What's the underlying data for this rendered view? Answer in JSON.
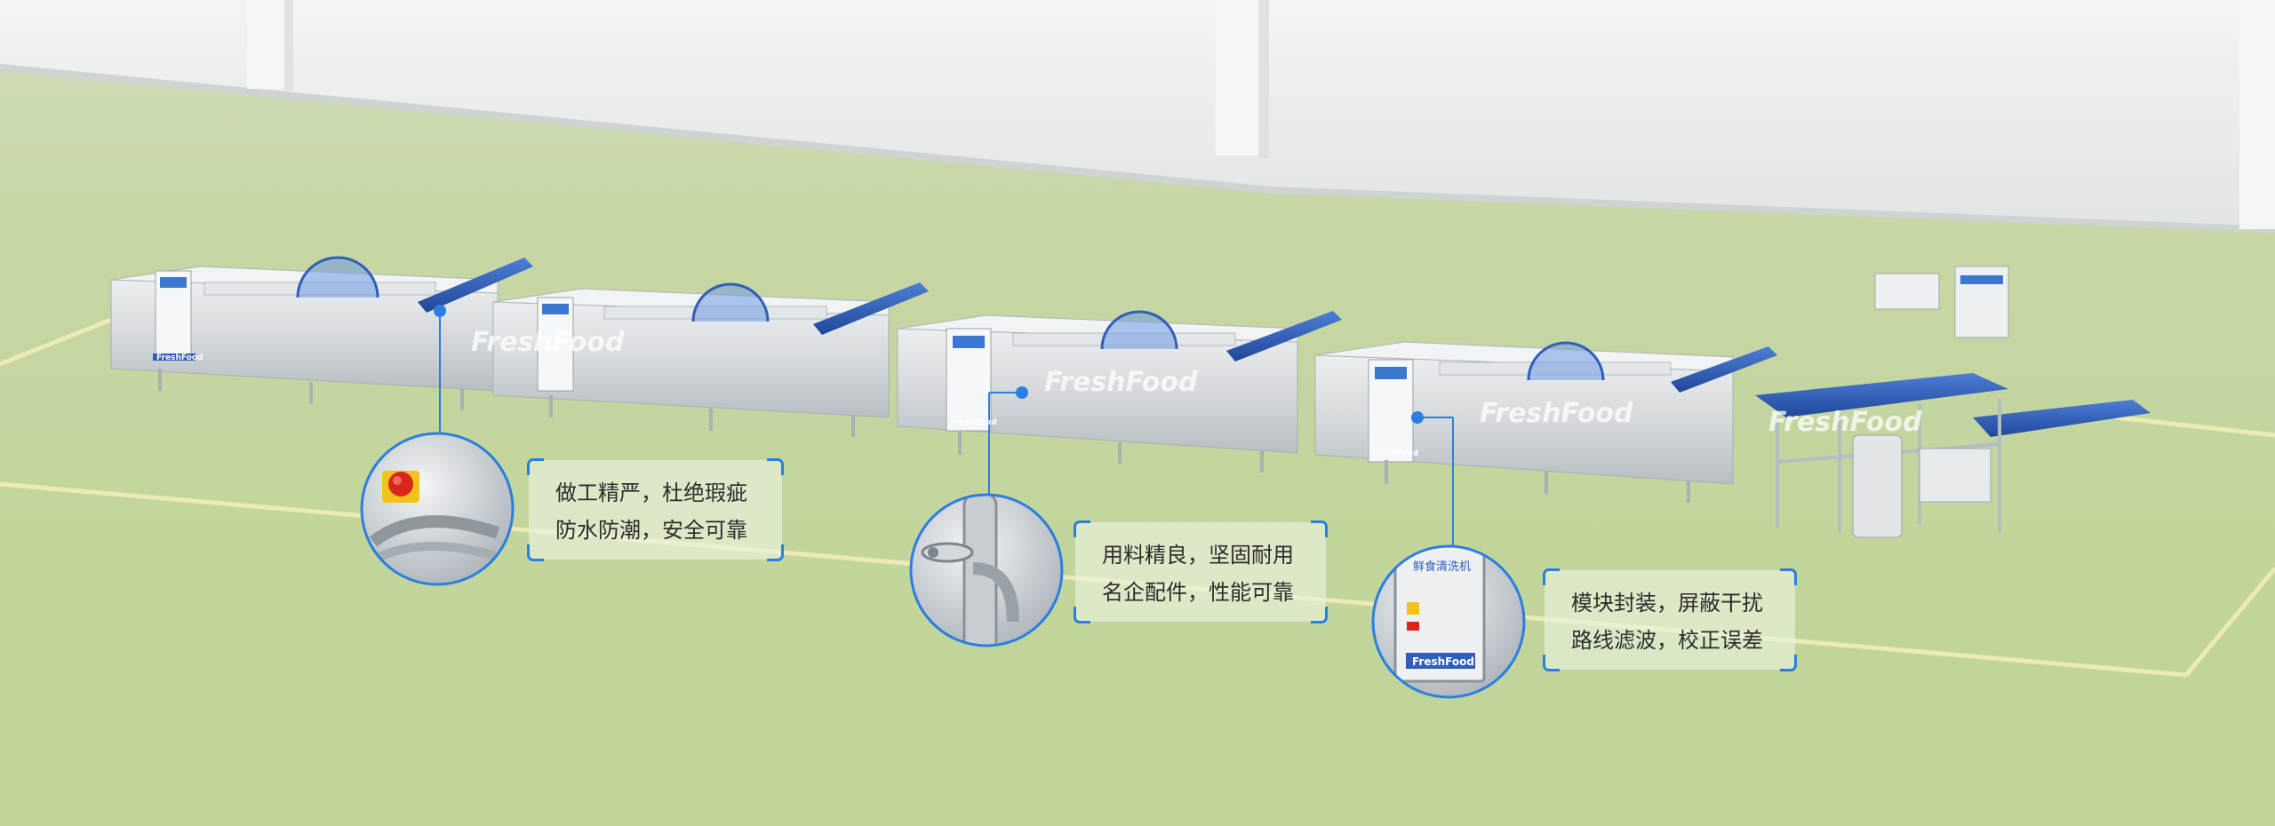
{
  "brand": {
    "watermark": "FreshFood",
    "badge_label": "FreshFood",
    "cabinet_plate": "鲜食清洗机"
  },
  "callouts": [
    {
      "lines": [
        "做工精严，杜绝瑕疵",
        "防水防潮，安全可靠"
      ]
    },
    {
      "lines": [
        "用料精良，坚固耐用",
        "名企配件，性能可靠"
      ]
    },
    {
      "lines": [
        "模块封装，屏蔽干扰",
        "路线滤波，校正误差"
      ]
    }
  ],
  "colors": {
    "accent": "#2b7fe0",
    "floor": "#c4d69e",
    "wall": "#eef0f1",
    "floor_line": "#e8e6b0",
    "conveyor": "#2f5fb8",
    "steel": "#d9dde0"
  },
  "icons": [
    "emergency-stop-icon",
    "valve-icon",
    "control-cabinet-icon"
  ]
}
